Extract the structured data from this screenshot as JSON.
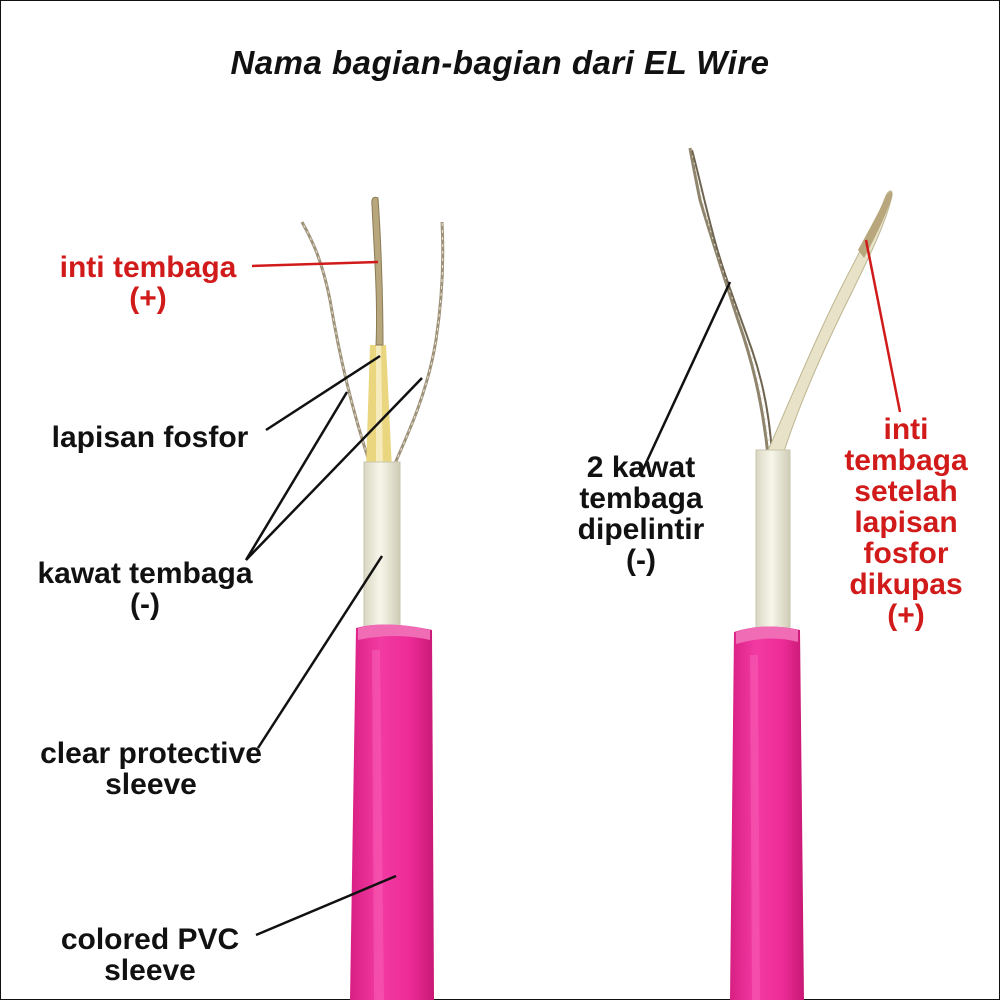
{
  "title": "Nama bagian-bagian dari EL Wire",
  "colors": {
    "pvc_sleeve": "#ef2f9b",
    "pvc_shade": "#c81874",
    "clear_sleeve": "#ecebd6",
    "phosphor": "#e8d27a",
    "copper_wire": "#a89b7c",
    "label_black": "#111111",
    "label_red": "#d11a1a"
  },
  "labels": {
    "inti_tembaga": {
      "line1": "inti tembaga",
      "line2": "(+)"
    },
    "lapisan_fosfor": {
      "line1": "lapisan fosfor"
    },
    "kawat_tembaga": {
      "line1": "kawat tembaga",
      "line2": "(-)"
    },
    "clear_sleeve": {
      "line1": "clear protective",
      "line2": "sleeve"
    },
    "pvc_sleeve": {
      "line1": "colored PVC",
      "line2": "sleeve"
    },
    "kawat_dipelintir": {
      "line1": "2 kawat",
      "line2": "tembaga",
      "line3": "dipelintir",
      "line4": "(-)"
    },
    "inti_dikupas": {
      "line1": "inti",
      "line2": "tembaga",
      "line3": "setelah",
      "line4": "lapisan",
      "line5": "fosfor",
      "line6": "dikupas",
      "line7": "(+)"
    }
  }
}
